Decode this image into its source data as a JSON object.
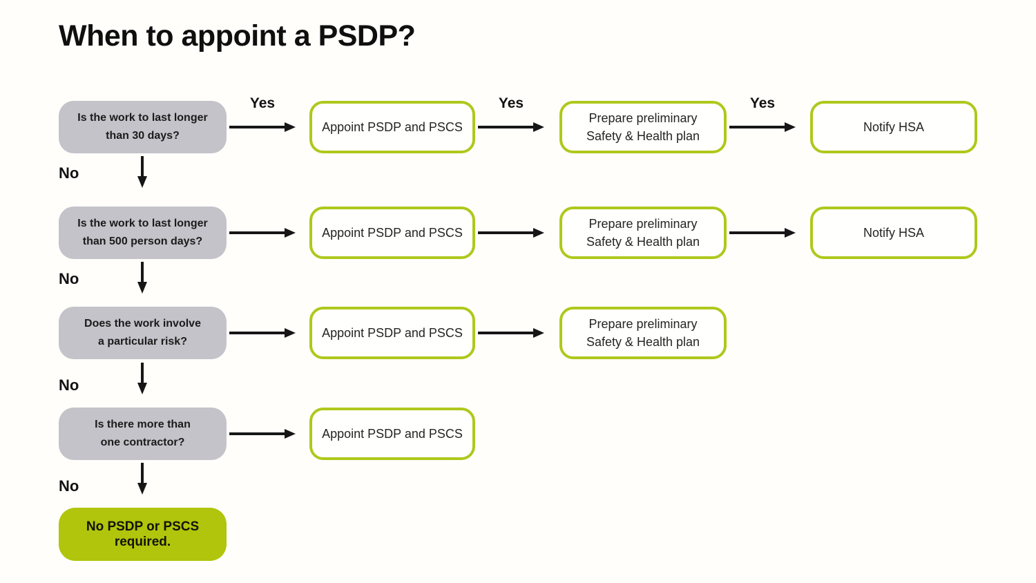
{
  "page": {
    "title": "When to appoint a PSDP?"
  },
  "labels": {
    "yes": "Yes",
    "no": "No"
  },
  "questions": {
    "duration30": [
      "Is the work to last longer",
      "than 30 days?"
    ],
    "personDays500": [
      "Is the work to last longer",
      "than 500 person days?"
    ],
    "particularRisk": [
      "Does the work involve",
      "a particular risk?"
    ],
    "multipleContractors": [
      "Is there more than",
      "one contractor?"
    ]
  },
  "actions": {
    "appoint": "Appoint PSDP and PSCS",
    "prepare": [
      "Prepare preliminary",
      "Safety & Health plan"
    ],
    "notify": "Notify HSA"
  },
  "result": "No PSDP or PSCS required.",
  "colors": {
    "question_fill": "#c3c3c9",
    "action_border": "#afc81b",
    "result_fill": "#b0c50b",
    "arrow": "#161616",
    "background": "#fffefb"
  }
}
